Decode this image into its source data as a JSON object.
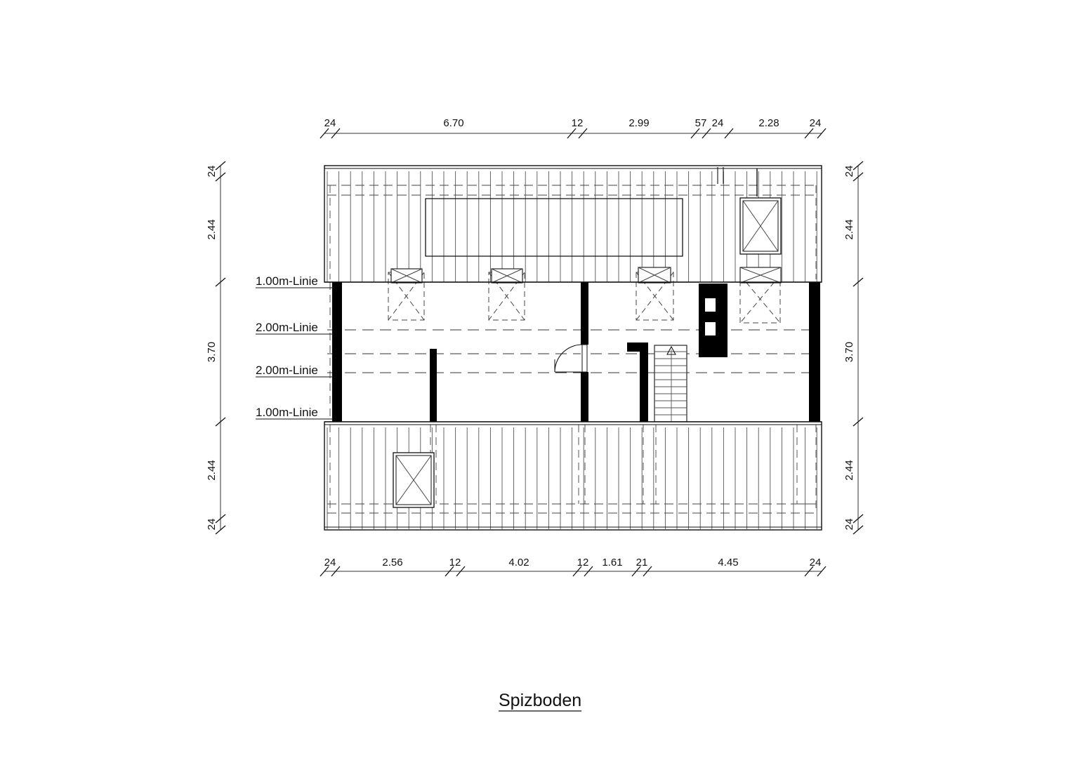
{
  "drawing": {
    "title": "Spizboden",
    "title_underlined": true,
    "line_color": "#111111",
    "wall_fill": "#000000",
    "hatch_color": "#555555",
    "dash_color": "#444444",
    "background": "#ffffff"
  },
  "dimensions": {
    "top_chain": [
      {
        "label": "24"
      },
      {
        "label": "6.70"
      },
      {
        "label": "12"
      },
      {
        "label": "2.99"
      },
      {
        "label": "57"
      },
      {
        "label": "24"
      },
      {
        "label": "2.28"
      },
      {
        "label": "24"
      }
    ],
    "bottom_chain": [
      {
        "label": "24"
      },
      {
        "label": "2.56"
      },
      {
        "label": "12"
      },
      {
        "label": "4.02"
      },
      {
        "label": "12"
      },
      {
        "label": "1.61"
      },
      {
        "label": "21"
      },
      {
        "label": "4.45"
      },
      {
        "label": "24"
      }
    ],
    "left_chain": [
      {
        "label": "24"
      },
      {
        "label": "2.44"
      },
      {
        "label": "3.70"
      },
      {
        "label": "2.44"
      },
      {
        "label": "24"
      }
    ],
    "right_chain": [
      {
        "label": "24"
      },
      {
        "label": "2.44"
      },
      {
        "label": "3.70"
      },
      {
        "label": "2.44"
      },
      {
        "label": "24"
      }
    ]
  },
  "annotations": {
    "height_lines": [
      {
        "label": "1.00m-Linie"
      },
      {
        "label": "2.00m-Linie"
      },
      {
        "label": "2.00m-Linie"
      },
      {
        "label": "1.00m-Linie"
      }
    ]
  },
  "elements": {
    "roof_hatch_upper": "vertical-joist-hatch",
    "roof_hatch_lower": "vertical-joist-hatch",
    "skylights_solid": 2,
    "skylights_dashed": 4,
    "stair_run": "straight-flight-up",
    "stair_direction_marker": "up-arrow",
    "chimney": "flue-block-two-voids",
    "door_swing": "quarter-arc-left",
    "walls_black": 5
  },
  "chart_data": {
    "type": "table",
    "title": "Spizboden",
    "categories": [
      "top_chain",
      "bottom_chain",
      "left_chain",
      "right_chain"
    ],
    "series": [
      {
        "name": "top_chain",
        "values": [
          24,
          670,
          12,
          299,
          57,
          24,
          228,
          24
        ]
      },
      {
        "name": "bottom_chain",
        "values": [
          24,
          256,
          12,
          402,
          12,
          161,
          21,
          445,
          24
        ]
      },
      {
        "name": "left_chain",
        "values": [
          24,
          244,
          370,
          244,
          24
        ]
      },
      {
        "name": "right_chain",
        "values": [
          24,
          244,
          370,
          244,
          24
        ]
      }
    ],
    "xlabel": "",
    "ylabel": "",
    "grid": false
  }
}
